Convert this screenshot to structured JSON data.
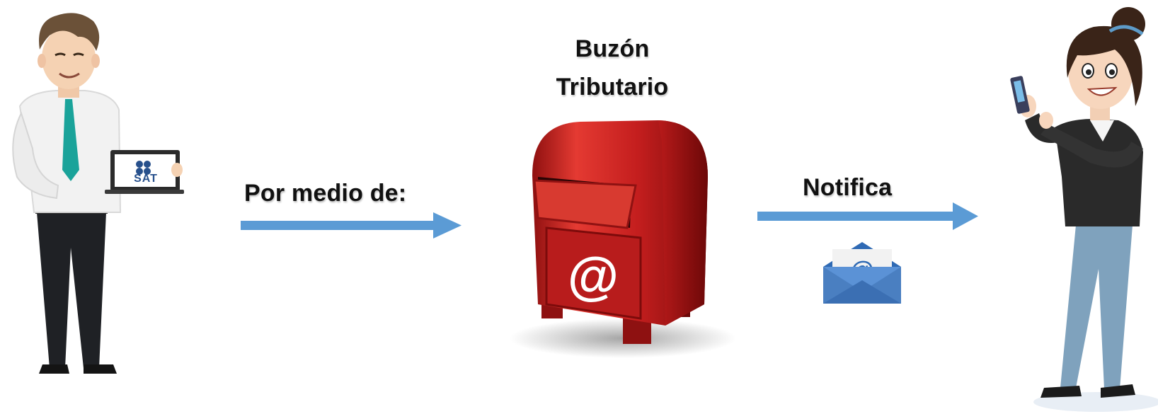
{
  "mailbox_title_line1": "Buzón",
  "mailbox_title_line2": "Tributario",
  "label_left": "Por medio de:",
  "label_right": "Notifica",
  "laptop_logo_text": "SAT",
  "mailbox_symbol": "@",
  "envelope_symbol": "@",
  "colors": {
    "arrow": "#5b9bd5",
    "mailbox_red": "#d32a2a",
    "envelope_blue": "#4a7fc1"
  },
  "icons": [
    "man-with-laptop-illustration",
    "mailbox-icon",
    "envelope-icon",
    "woman-with-phone-illustration"
  ]
}
